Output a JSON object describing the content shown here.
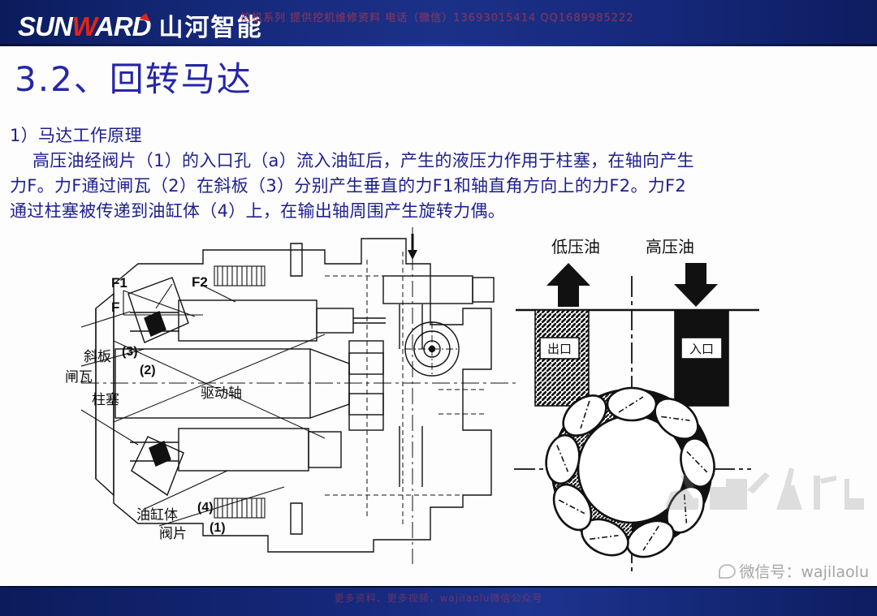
{
  "header": {
    "logo_latin_a": "SUN",
    "logo_latin_b": "W",
    "logo_latin_c": "ARD",
    "logo_cn": "山河智能",
    "watermark": "挖机系列   提供挖机维修资料  电话（微信）13693015414    QQ1689985222"
  },
  "title": "3.2、回转马达",
  "body": {
    "heading": "1）马达工作原理",
    "lines": [
      "高压油经阀片（1）的入口孔（a）流入油缸后，产生的液压力作用于柱塞，在轴向产生",
      "力F。力F通过闸瓦（2）在斜板（3）分别产生垂直的力F1和轴直角方向上的力F2。力F2",
      "通过柱塞被传递到油缸体（4）上，在输出轴周围产生旋转力偶。"
    ]
  },
  "section_diagram": {
    "labels": {
      "f1": "F1",
      "f": "F",
      "f2": "F2",
      "swash_plate": "斜板",
      "swash_plate_num": "(3)",
      "shoe": "闸瓦",
      "shoe_num": "(2)",
      "piston": "柱塞",
      "drive_shaft": "驱动轴",
      "cylinder_block": "油缸体",
      "cylinder_block_num": "(4)",
      "valve_plate": "阀片",
      "valve_plate_num": "(1)"
    }
  },
  "port_diagram": {
    "low_pressure": "低压油",
    "high_pressure": "高压油",
    "outlet": "出口",
    "inlet": "入口"
  },
  "footer": {
    "watermark": "更多资料、更多视频，wajilaolu微信公众号",
    "wechat": "微信号：wajilaolu"
  },
  "colors": {
    "header_blue": "#15297a",
    "title_blue": "#2526a8",
    "body_blue": "#1d1f8e",
    "logo_red": "#e2231a",
    "watermark_red": "#b03a52"
  }
}
